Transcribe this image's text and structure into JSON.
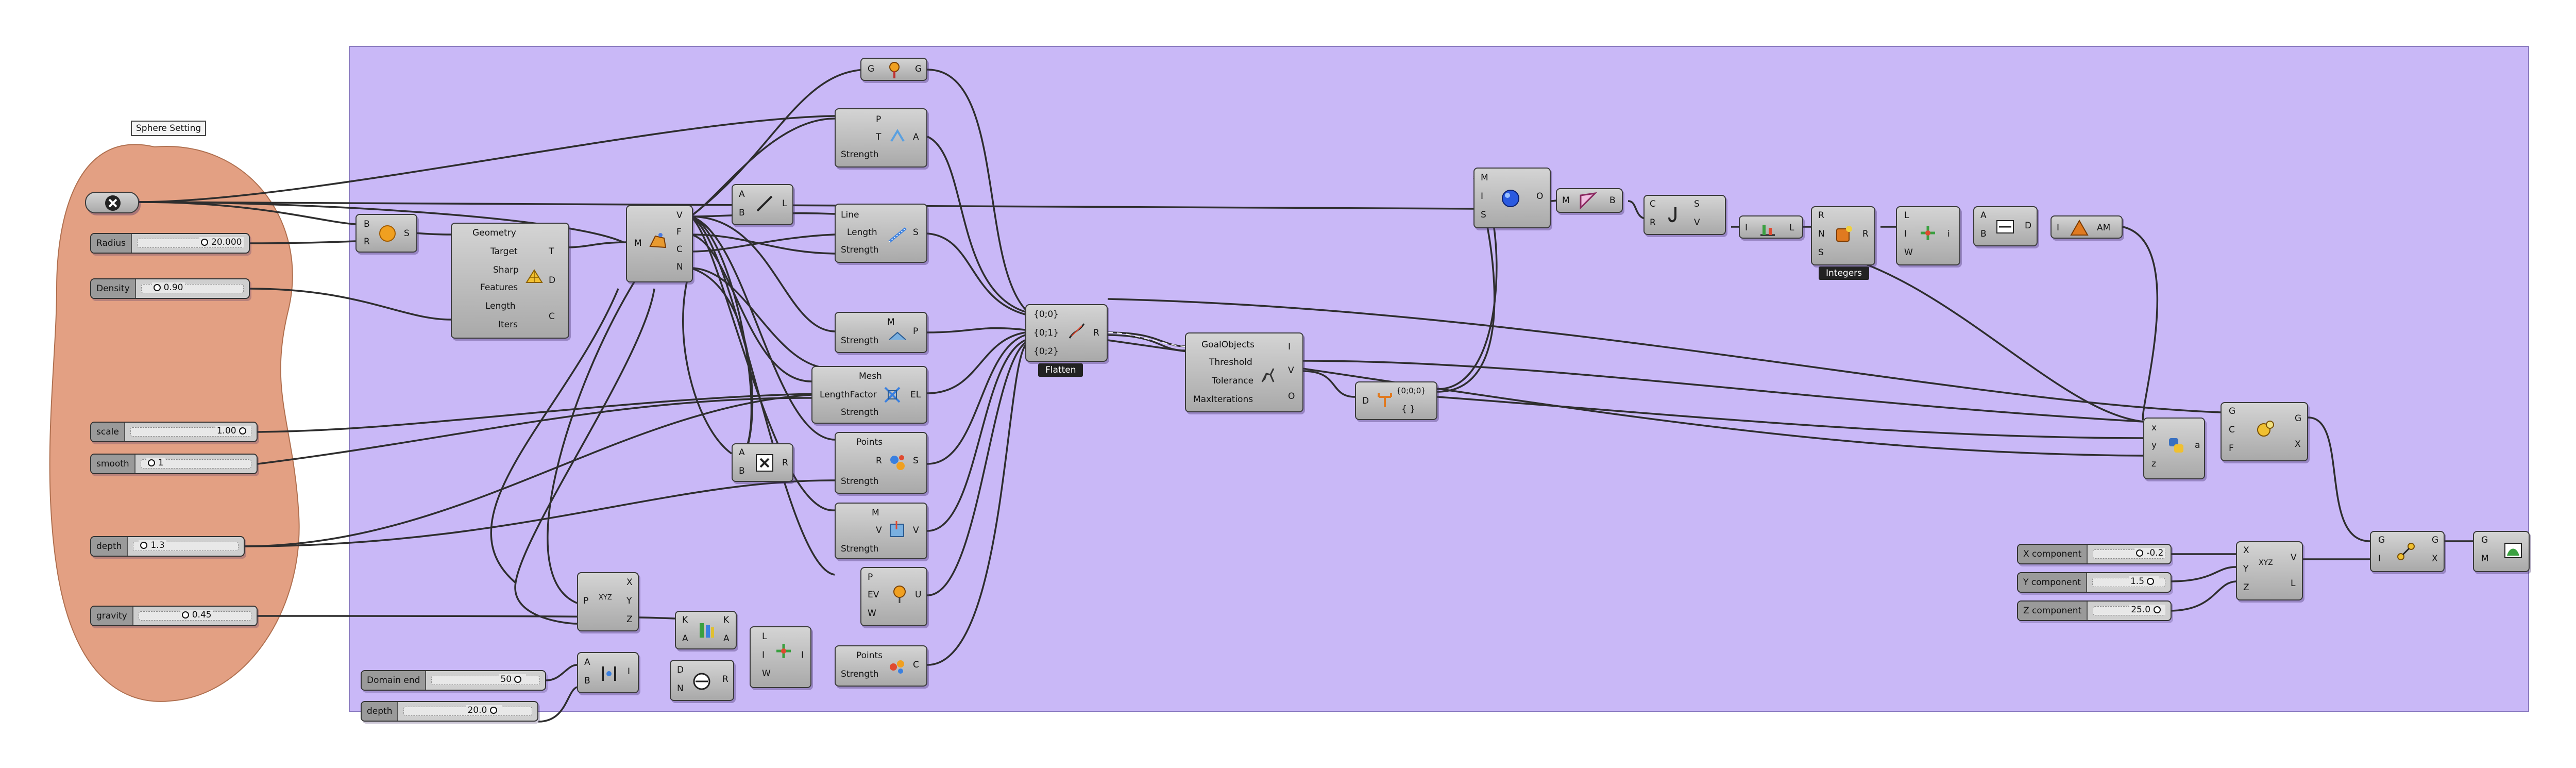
{
  "group_note": "Sphere Setting",
  "colors": {
    "group_fill": "#c9b8f7",
    "settings_blob": "#e3a083",
    "wire": "#333333"
  },
  "sliders": {
    "radius": {
      "label": "Radius",
      "value": "20.000"
    },
    "density": {
      "label": "Density",
      "value": "0.90"
    },
    "scale": {
      "label": "scale",
      "value": "1.00"
    },
    "smooth": {
      "label": "smooth",
      "value": "1"
    },
    "depth1": {
      "label": "depth",
      "value": "1.3"
    },
    "gravity": {
      "label": "gravity",
      "value": "0.45"
    },
    "domain_end": {
      "label": "Domain end",
      "value": "50"
    },
    "depth2": {
      "label": "depth",
      "value": "20.0"
    },
    "x_comp": {
      "label": "X component",
      "value": "-0.2"
    },
    "y_comp": {
      "label": "Y component",
      "value": "1.5"
    },
    "z_comp": {
      "label": "Z component",
      "value": "25.0"
    }
  },
  "tags": {
    "flatten": "Flatten",
    "integers": "Integers"
  },
  "ports": {
    "sphere": {
      "b": "B",
      "r": "R",
      "s": "S"
    },
    "remesh": {
      "geometry": "Geometry",
      "target": "Target",
      "sharp": "Sharp",
      "features": "Features",
      "length": "Length",
      "iters": "Iters",
      "t": "T",
      "d": "D",
      "c": "C"
    },
    "deconmesh": {
      "m": "M",
      "v": "V",
      "f": "F",
      "c": "C",
      "n": "N"
    },
    "anchor": {
      "g": "G"
    },
    "goal_a": {
      "p": "P",
      "t": "T",
      "strength": "Strength",
      "a": "A"
    },
    "goal_line": {
      "line": "Line",
      "length": "Length",
      "strength": "Strength",
      "s": "S"
    },
    "mult1": {
      "a": "A",
      "b": "B",
      "l": "L"
    },
    "goal_m": {
      "m": "M",
      "strength": "Strength",
      "p": "P"
    },
    "goal_mesh": {
      "mesh": "Mesh",
      "length_factor": "LengthFactor",
      "strength": "Strength",
      "el": "EL"
    },
    "mult2": {
      "a": "A",
      "b": "B",
      "r": "R"
    },
    "goal_points": {
      "points": "Points",
      "r": "R",
      "strength": "Strength",
      "s": "S"
    },
    "goal_mv": {
      "m": "M",
      "v": "V",
      "strength": "Strength",
      "out": "V"
    },
    "goal_pv": {
      "p": "P",
      "v": "EV",
      "w": "W",
      "u": "U"
    },
    "decon_pt": {
      "p": "P",
      "x": "X",
      "y": "Y",
      "z": "Z",
      "t": "XYZ"
    },
    "compare": {
      "k": "K",
      "a": "A"
    },
    "bounds": {
      "a": "A",
      "b": "B",
      "i": "I"
    },
    "range": {
      "d": "D",
      "n": "N",
      "r": "R"
    },
    "series": {
      "l": "L",
      "i": "I",
      "w": "W"
    },
    "goal_pts2": {
      "points": "Points",
      "strength": "Strength",
      "c": "C"
    },
    "flatten": {
      "i0": "{0;0}",
      "i1": "{0;1}",
      "i2": "{0;2}",
      "r": "R"
    },
    "solver": {
      "goal": "GoalObjects",
      "threshold": "Threshold",
      "tolerance": "Tolerance",
      "max": "MaxIterations",
      "i": "I",
      "v": "V",
      "o": "O"
    },
    "path": {
      "d": "D",
      "path": "{0;0;0}",
      "i": "{ }"
    },
    "mesh_sphere": {
      "m": "M",
      "i": "I",
      "s": "S",
      "o": "O"
    },
    "m_b": {
      "m": "M",
      "b": "B"
    },
    "cs": {
      "c": "C",
      "r": "R",
      "s": "S",
      "v": "V"
    },
    "lstat": {
      "i": "I",
      "l": "L"
    },
    "integers": {
      "r": "R",
      "n": "N",
      "s": "S"
    },
    "cull": {
      "l": "L",
      "i": "I",
      "w": "W",
      "out": "i"
    },
    "ad": {
      "a": "A",
      "b": "B",
      "d": "D"
    },
    "am": {
      "i": "I",
      "am": "AM"
    },
    "python": {
      "x": "x",
      "y": "y",
      "z": "z",
      "a": "a"
    },
    "gcx": {
      "g": "G",
      "c": "C",
      "f": "F",
      "g2": "G",
      "x": "X"
    },
    "vec": {
      "x": "X",
      "y": "Y",
      "z": "Z",
      "t": "XYZ",
      "v": "V",
      "l": "L"
    },
    "move": {
      "g": "G",
      "i": "I",
      "g2": "G",
      "x": "X"
    },
    "final": {
      "g": "G",
      "m": "M"
    }
  }
}
